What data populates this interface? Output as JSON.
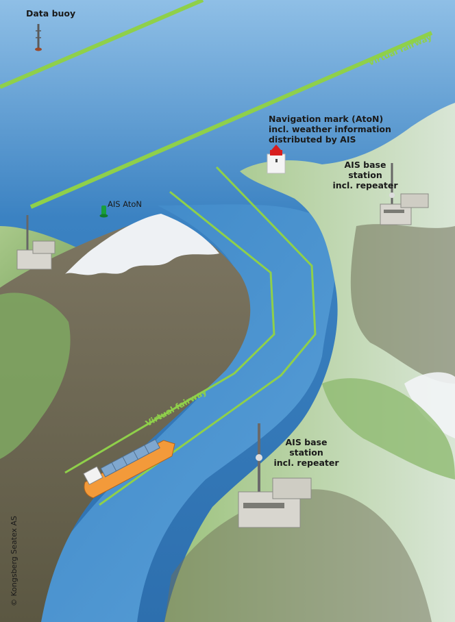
{
  "labels": {
    "data_buoy": "Data buoy",
    "ais_aton": "AIS AtoN",
    "nav_mark_line1": "Navigation mark (AtoN)",
    "nav_mark_line2": "incl. weather information",
    "nav_mark_line3": "distributed by AIS",
    "base_station_top_line1": "AIS base station",
    "base_station_top_line2": "incl. repeater",
    "base_station_bottom_line1": "AIS base station",
    "base_station_bottom_line2": "incl. repeater",
    "virtual_fairway_top": "Virtual fairway",
    "virtual_fairway_river": "Virtual fairway",
    "copyright": "© Kongsberg Seatex AS"
  },
  "colors": {
    "sea_deep": "#2f78b8",
    "sea_light": "#6aa7d8",
    "river": "#4a93d0",
    "land_green": "#8ab86a",
    "land_dark": "#6e6a52",
    "snow": "#f2f4f6",
    "fairway": "#8fd04a",
    "ship_hull": "#f39a3a"
  },
  "icons": [
    "buoy-icon",
    "aton-buoy-icon",
    "lighthouse-icon",
    "base-station-icon",
    "ship-icon"
  ]
}
